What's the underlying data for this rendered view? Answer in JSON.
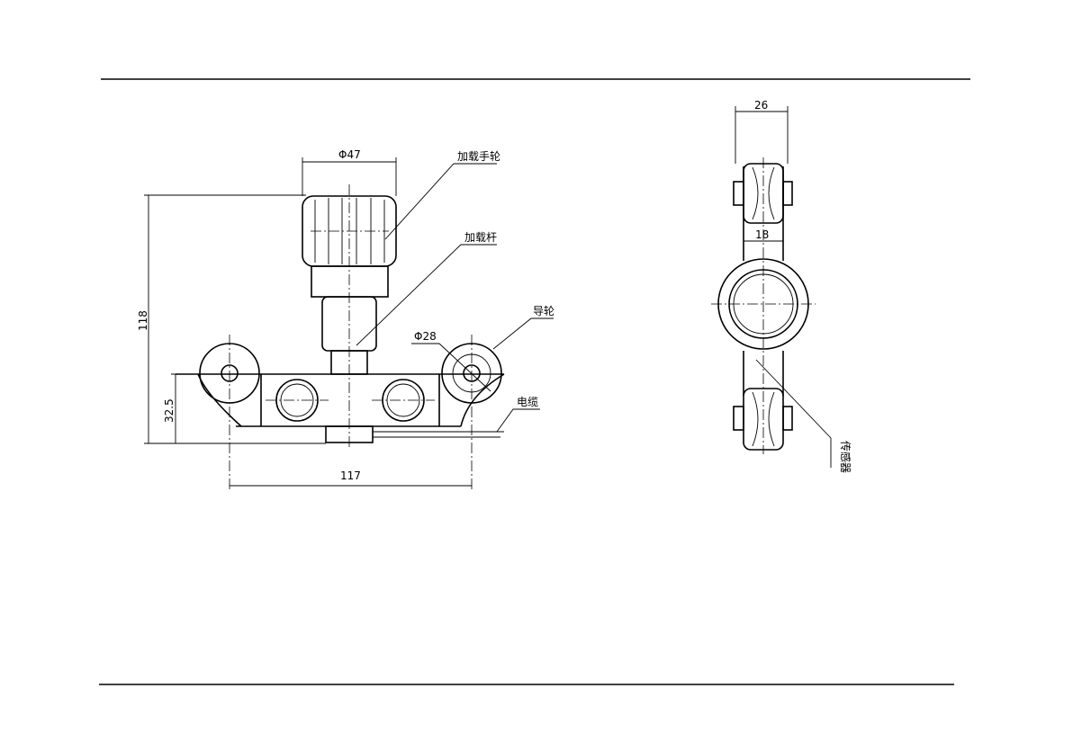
{
  "front_view": {
    "dim_handwheel_dia": "Φ47",
    "label_handwheel": "加载手轮",
    "label_rod": "加载杆",
    "label_guide_wheel": "导轮",
    "dim_wheel_dia": "Φ28",
    "label_cable": "电缆",
    "dim_height": "118",
    "dim_base_height": "32.5",
    "dim_width": "117"
  },
  "side_view": {
    "dim_top_width": "26",
    "dim_mid_width": "18",
    "label_sensor": "传感器"
  }
}
